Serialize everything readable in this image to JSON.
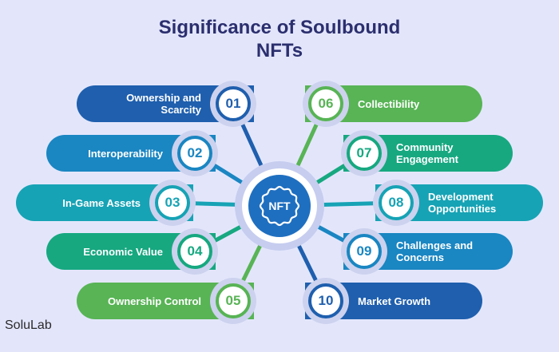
{
  "title": "Significance of Soulbound NFTs",
  "center": {
    "label": "NFT",
    "icon": "nft-badge-icon"
  },
  "brand": "SoluLab",
  "items": [
    {
      "number": "01",
      "label": "Ownership and Scarcity",
      "color": "#1f5fae"
    },
    {
      "number": "02",
      "label": "Interoperability",
      "color": "#1a86c2"
    },
    {
      "number": "03",
      "label": "In-Game Assets",
      "color": "#16a3b5"
    },
    {
      "number": "04",
      "label": "Economic Value",
      "color": "#17a880"
    },
    {
      "number": "05",
      "label": "Ownership Control",
      "color": "#58b455"
    },
    {
      "number": "06",
      "label": "Collectibility",
      "color": "#58b455"
    },
    {
      "number": "07",
      "label": "Community Engagement",
      "color": "#17a880"
    },
    {
      "number": "08",
      "label": "Development Opportunities",
      "color": "#16a3b5"
    },
    {
      "number": "09",
      "label": "Challenges and Concerns",
      "color": "#1a86c2"
    },
    {
      "number": "10",
      "label": "Market Growth",
      "color": "#1f5fae"
    }
  ]
}
